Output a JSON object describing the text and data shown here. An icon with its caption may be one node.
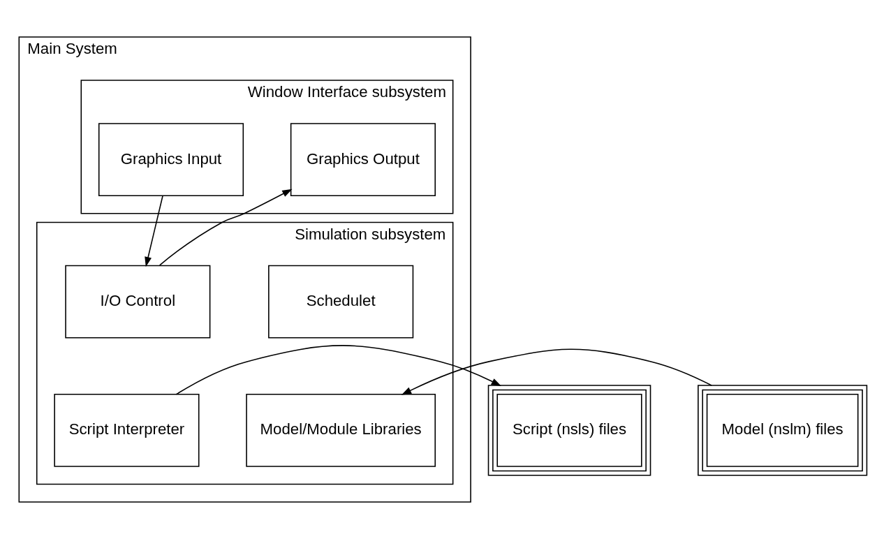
{
  "diagram": {
    "nodes": [
      {
        "text": [
          "Main System"
        ]
      },
      {
        "text": [
          "Window Interface subsystem"
        ],
        "in": 0
      },
      {
        "text": [
          "Graphics Output"
        ],
        "in": 1
      },
      {
        "text": [
          "Graphics Input"
        ],
        "in": 1
      },
      {
        "text": [
          "Simulation subsystem"
        ],
        "in": 0
      },
      {
        "text": [
          "I/O Control"
        ],
        "in": 4
      },
      {
        "text": [
          "Schedulet"
        ],
        "in": 4
      },
      {
        "text": [
          "Script Interpreter"
        ],
        "in": 4
      },
      {
        "text": [
          "Model/Module Libraries"
        ],
        "in": 4
      },
      {
        "text": [
          "Script (nsls) files"
        ]
      },
      {
        "text": [
          "Model (nslm) files"
        ]
      }
    ],
    "edges": [
      {
        "from": 5,
        "to": 2,
        "arrow": "to"
      },
      {
        "from": 3,
        "to": 5,
        "arrow": "to"
      },
      {
        "from": 7,
        "to": 9,
        "arrow": "to"
      },
      {
        "from": 10,
        "to": 8,
        "arrow": "to"
      }
    ]
  }
}
